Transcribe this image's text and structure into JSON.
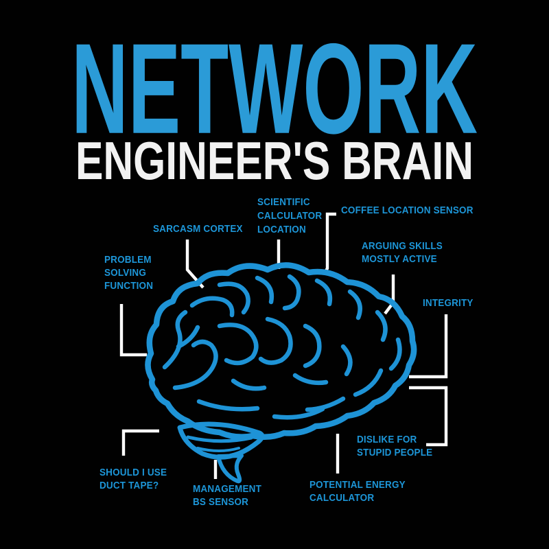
{
  "title": {
    "line1": "NETWORK",
    "line2": "ENGINEER'S BRAIN"
  },
  "colors": {
    "background": "#010101",
    "title_blue": "#2b9bd7",
    "title_white": "#f2f2f2",
    "label_blue": "#1d96d8",
    "brain_blue": "#1e93d6",
    "callout_white": "#ffffff"
  },
  "illustration": "brain-side-view",
  "labels": [
    {
      "id": "problem-solving-function",
      "lines": [
        "PROBLEM",
        "SOLVING",
        "FUNCTION"
      ]
    },
    {
      "id": "sarcasm-cortex",
      "lines": [
        "SARCASM CORTEX"
      ]
    },
    {
      "id": "scientific-calculator-location",
      "lines": [
        "SCIENTIFIC",
        "CALCULATOR",
        "LOCATION"
      ]
    },
    {
      "id": "coffee-location-sensor",
      "lines": [
        "COFFEE LOCATION SENSOR"
      ]
    },
    {
      "id": "arguing-skills-mostly-active",
      "lines": [
        "ARGUING SKILLS",
        "MOSTLY ACTIVE"
      ]
    },
    {
      "id": "integrity",
      "lines": [
        "INTEGRITY"
      ]
    },
    {
      "id": "dislike-for-stupid-people",
      "lines": [
        "DISLIKE FOR",
        "STUPID PEOPLE"
      ]
    },
    {
      "id": "potential-energy-calculator",
      "lines": [
        "POTENTIAL ENERGY",
        "CALCULATOR"
      ]
    },
    {
      "id": "management-bs-sensor",
      "lines": [
        "MANAGEMENT",
        "BS SENSOR"
      ]
    },
    {
      "id": "should-i-use-duct-tape",
      "lines": [
        "SHOULD I USE",
        "DUCT TAPE?"
      ]
    }
  ]
}
